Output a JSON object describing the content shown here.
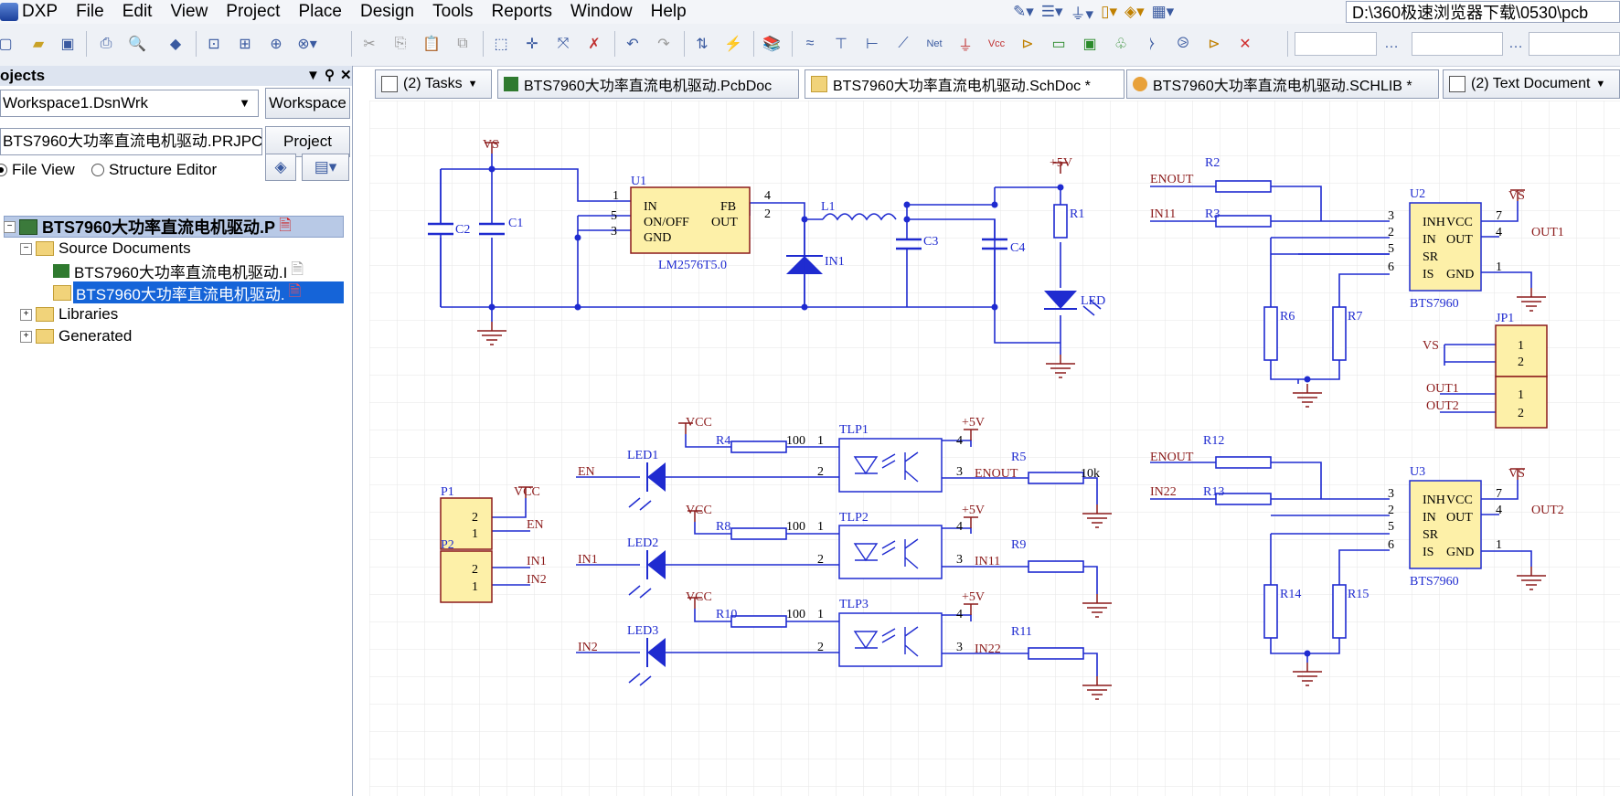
{
  "app": {
    "name": "DXP"
  },
  "menu": [
    "File",
    "Edit",
    "View",
    "Project",
    "Place",
    "Design",
    "Tools",
    "Reports",
    "Window",
    "Help"
  ],
  "path": "D:\\360极速浏览器下载\\0530\\pcb",
  "panel": {
    "title": "ojects",
    "workspace_combo": "Workspace1.DsnWrk",
    "workspace_button": "Workspace",
    "project_field": "BTS7960大功率直流电机驱动.PRJPC",
    "project_button": "Project",
    "radio_file_view": "File View",
    "radio_structure": "Structure Editor",
    "tree": {
      "project": "BTS7960大功率直流电机驱动.P",
      "source_docs": "Source Documents",
      "pcb_doc": "BTS7960大功率直流电机驱动.I",
      "sch_doc": "BTS7960大功率直流电机驱动.",
      "libraries": "Libraries",
      "generated": "Generated"
    }
  },
  "tabs": [
    {
      "label": "(2) Tasks"
    },
    {
      "label": "BTS7960大功率直流电机驱动.PcbDoc"
    },
    {
      "label": "BTS7960大功率直流电机驱动.SchDoc *"
    },
    {
      "label": "BTS7960大功率直流电机驱动.SCHLIB *"
    },
    {
      "label": "(2) Text Document"
    }
  ],
  "schematic": {
    "power": {
      "top": "VS",
      "c1": "C1",
      "c2": "C2",
      "u1": "U1",
      "u1_part": "LM2576T5.0",
      "u1_in": "IN",
      "u1_onoff": "ON/OFF",
      "u1_gnd": "GND",
      "u1_fb": "FB",
      "u1_out": "OUT",
      "l1": "L1",
      "d1": "IN1",
      "c3": "C3",
      "c4": "C4",
      "r1": "R1",
      "led": "LED",
      "plus5v": "+5V",
      "pin1": "1",
      "pin2": "2",
      "pin3": "3",
      "pin4": "4",
      "pin5": "5"
    },
    "driver1": {
      "enout": "ENOUT",
      "in11": "IN11",
      "r2": "R2",
      "r3": "R3",
      "u2": "U2",
      "part": "BTS7960",
      "inh": "INH",
      "in": "IN",
      "sr": "SR",
      "is": "IS",
      "vcc": "VCC",
      "out": "OUT",
      "gnd": "GND",
      "vs": "VS",
      "out1": "OUT1",
      "r6": "R6",
      "r7": "R7",
      "p3": "3",
      "p2": "2",
      "p5": "5",
      "p6": "6",
      "p7": "7",
      "p4": "4",
      "p1": "1"
    },
    "jp1": {
      "name": "JP1",
      "vs": "VS",
      "out1": "OUT1",
      "out2": "OUT2",
      "p1": "1",
      "p2": "2"
    },
    "driver2": {
      "enout": "ENOUT",
      "in22": "IN22",
      "r12": "R12",
      "r13": "R13",
      "u3": "U3",
      "part": "BTS7960",
      "inh": "INH",
      "in": "IN",
      "sr": "SR",
      "is": "IS",
      "vcc": "VCC",
      "out": "OUT",
      "gnd": "GND",
      "vs": "VS",
      "out2": "OUT2",
      "r14": "R14",
      "r15": "R15",
      "p3": "3",
      "p2": "2",
      "p5": "5",
      "p6": "6",
      "p7": "7",
      "p4": "4",
      "p1": "1"
    },
    "opto": [
      {
        "vcc": "VCC",
        "r": "R4",
        "rval": "100",
        "tlp": "TLP1",
        "led": "LED1",
        "in": "EN",
        "plus5v": "+5V",
        "out": "ENOUT",
        "rout": "R5",
        "routval": "10k"
      },
      {
        "vcc": "VCC",
        "r": "R8",
        "rval": "100",
        "tlp": "TLP2",
        "led": "LED2",
        "in": "IN1",
        "plus5v": "+5V",
        "out": "IN11",
        "rout": "R9",
        "routval": ""
      },
      {
        "vcc": "VCC",
        "r": "R10",
        "rval": "100",
        "tlp": "TLP3",
        "led": "LED3",
        "in": "IN2",
        "plus5v": "+5V",
        "out": "IN22",
        "rout": "R11",
        "routval": ""
      }
    ],
    "opto_pins": {
      "p1": "1",
      "p2": "2",
      "p3": "3",
      "p4": "4"
    },
    "conn": {
      "p1": "P1",
      "p2": "P2",
      "vcc": "VCC",
      "en": "EN",
      "in1": "IN1",
      "in2": "IN2",
      "n1": "1",
      "n2": "2"
    }
  },
  "colors": {
    "wire": "#1f2bd0",
    "label": "#8b1a1a",
    "part_fill": "#fdf0a8",
    "part_stroke": "#8b1a1a"
  }
}
